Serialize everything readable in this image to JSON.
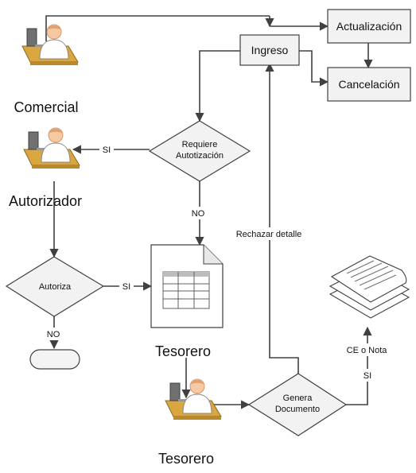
{
  "actors": {
    "comercial": "Comercial",
    "autorizador": "Autorizador",
    "tesorero_doc": "Tesorero",
    "tesorero_person": "Tesorero"
  },
  "boxes": {
    "ingreso": "Ingreso",
    "actualizacion": "Actualización",
    "cancelacion": "Cancelación"
  },
  "decisions": {
    "requiere": [
      "Requiere",
      "Autotización"
    ],
    "autoriza": "Autoriza",
    "genera": [
      "Genera",
      "Documento"
    ]
  },
  "edges": {
    "si_requiere": "SI",
    "no_requiere": "NO",
    "si_autoriza": "SI",
    "no_autoriza": "NO",
    "rechazar": "Rechazar detalle",
    "ce_nota": "CE o Nota",
    "si_genera": "SI"
  },
  "colors": {
    "stroke": "#404040",
    "box_fill": "#f2f2f2",
    "terminal_fill": "#f4f4f4",
    "doc_fill": "#ffffff",
    "skin": "#f6c9a3",
    "shirt": "#ffffff",
    "desk": "#d9a640",
    "monitor": "#6e6e6e"
  }
}
